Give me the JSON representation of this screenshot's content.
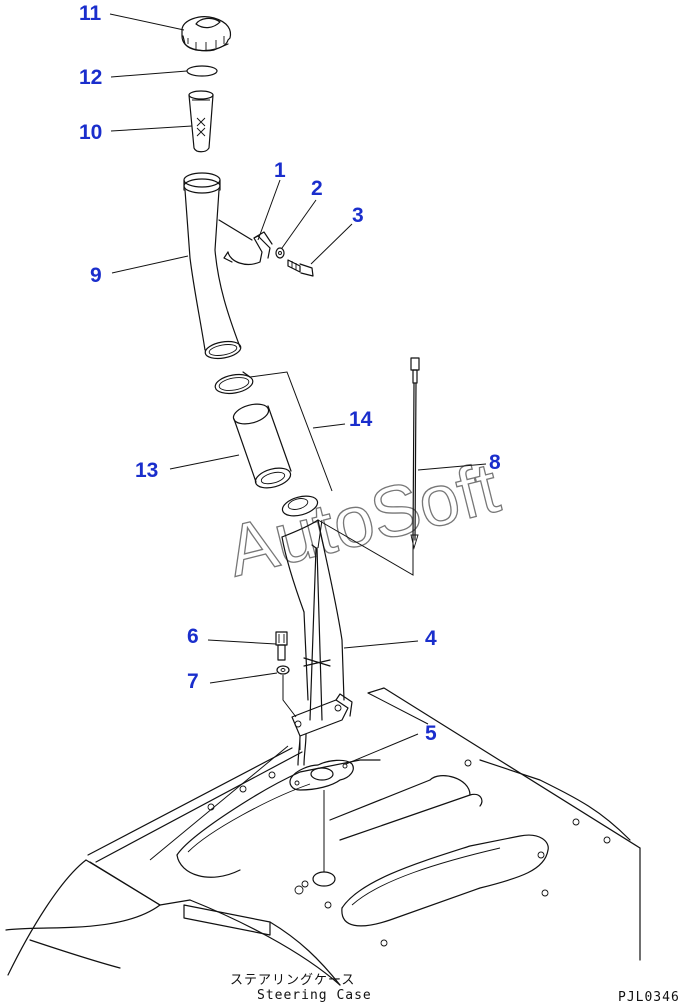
{
  "watermark": "AutoSoft",
  "caption_jp": "ステアリングケース",
  "caption_en": "Steering Case",
  "drawing_code": "PJL0346",
  "callouts": [
    "11",
    "12",
    "10",
    "1",
    "2",
    "3",
    "9",
    "14",
    "13",
    "8",
    "6",
    "4",
    "7",
    "5"
  ],
  "colors": {
    "callout": "#1a2ecc",
    "line": "#111111",
    "watermark": "#777777"
  }
}
